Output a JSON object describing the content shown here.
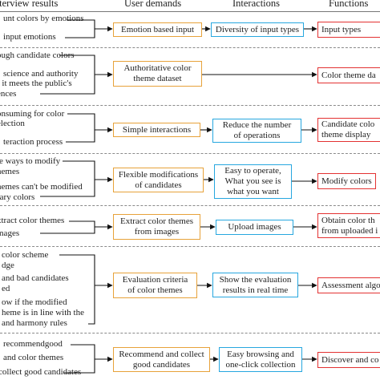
{
  "headers": {
    "interview": "h interview results",
    "demands": "User demands",
    "interactions": "Interactions",
    "functions": "Functions"
  },
  "rows": [
    {
      "notes": [
        "unt colors by emotions",
        "input emotions"
      ],
      "demand": "Emotion based input",
      "interaction": "Diversity of input types",
      "function": "Input types"
    },
    {
      "notes": [
        "ough candidate colors",
        "science and authority",
        "r it meets the public's",
        "ences"
      ],
      "demand": "Authoritative color\ntheme dataset",
      "interaction": "",
      "function": "Color theme da"
    },
    {
      "notes": [
        "onsuming for color",
        "election",
        "teraction process"
      ],
      "demand": "Simple interactions",
      "interaction": "Reduce the number\nof operations",
      "function": "Candidate colo\ntheme display"
    },
    {
      "notes": [
        "le ways to modify",
        "nemes",
        "hemes can't be modified",
        "rary colors"
      ],
      "demand": "Flexible modifications\nof candidates",
      "interaction": "Easy to operate,\nWhat you see is\nwhat you want",
      "function": "Modify colors"
    },
    {
      "notes": [
        "xtract color themes",
        "mages"
      ],
      "demand": "Extract color themes\nfrom images",
      "interaction": "Upload images",
      "function": "Obtain color th\nfrom uploaded i"
    },
    {
      "notes": [
        "color scheme",
        "dge",
        "and bad candidates",
        "ed",
        "ow if the modified",
        "heme is in line with the",
        "and harmony rules"
      ],
      "demand": "Evaluation criteria\nof color themes",
      "interaction": "Show the evaluation\nresults in real time",
      "function": "Assessment algo"
    },
    {
      "notes": [
        "recommendgood",
        "and color themes",
        "collect good candidates"
      ],
      "demand": "Recommend and collect\ngood candidates",
      "interaction": "Easy browsing and\none-click collection",
      "function": "Discover and co"
    }
  ],
  "colors": {
    "demand_border": "#e7a23a",
    "interaction_border": "#27a7df",
    "function_border": "#e33232",
    "connector": "#111111",
    "separator": "#8a8a8a"
  }
}
